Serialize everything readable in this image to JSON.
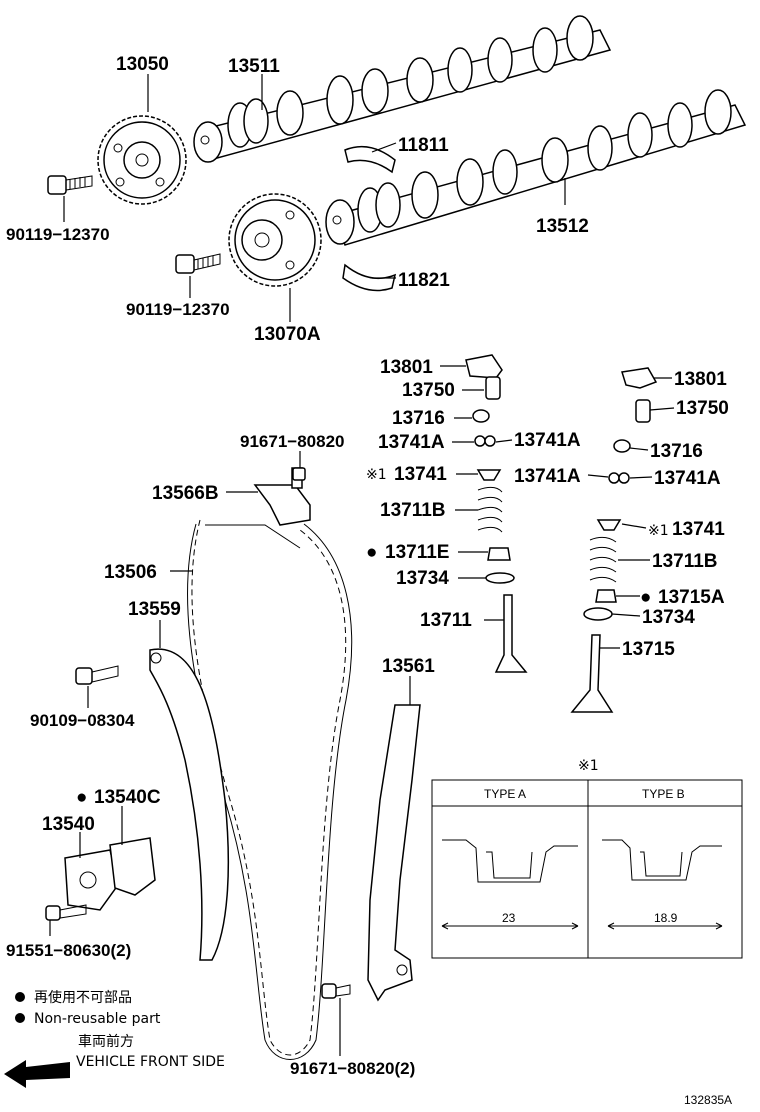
{
  "labels": {
    "p13050": "13050",
    "p13511": "13511",
    "p11811": "11811",
    "p13512": "13512",
    "p11821": "11821",
    "p90119a": "90119−12370",
    "p90119b": "90119−12370",
    "p13070a": "13070A",
    "p13801a": "13801",
    "p13750a": "13750",
    "p13716a": "13716",
    "p13741a_l": "13741A",
    "p13741a_r": "13741A",
    "p13741_a": "13741",
    "p13711b_a": "13711B",
    "p13711e": "13711E",
    "p13734_a": "13734",
    "p13711": "13711",
    "p13801b": "13801",
    "p13750b": "13750",
    "p13716b": "13716",
    "p13741a_l2": "13741A",
    "p13741a_r2": "13741A",
    "p13741_b": "13741",
    "p13711b_b": "13711B",
    "p13715a": "13715A",
    "p13734_b": "13734",
    "p13715": "13715",
    "p91671a": "91671−80820",
    "p13566b": "13566B",
    "p13506": "13506",
    "p13559": "13559",
    "p90109": "90109−08304",
    "p13561": "13561",
    "p13540c": "13540C",
    "p13540": "13540",
    "p91551": "91551−80630(2)",
    "p91671b": "91671−80820(2)"
  },
  "marks": {
    "ref_mark": "※1",
    "ref_mark_small": "※1",
    "bullet": "●"
  },
  "table": {
    "title": "※1",
    "col_a": "TYPE A",
    "col_b": "TYPE B",
    "dim_a": "23",
    "dim_b": "18.9"
  },
  "legend": {
    "jp_nonreusable": "再使用不可部品",
    "en_nonreusable": "Non-reusable part",
    "jp_front": "車両前方",
    "en_front": "VEHICLE FRONT SIDE"
  },
  "figure_id": "132835A"
}
